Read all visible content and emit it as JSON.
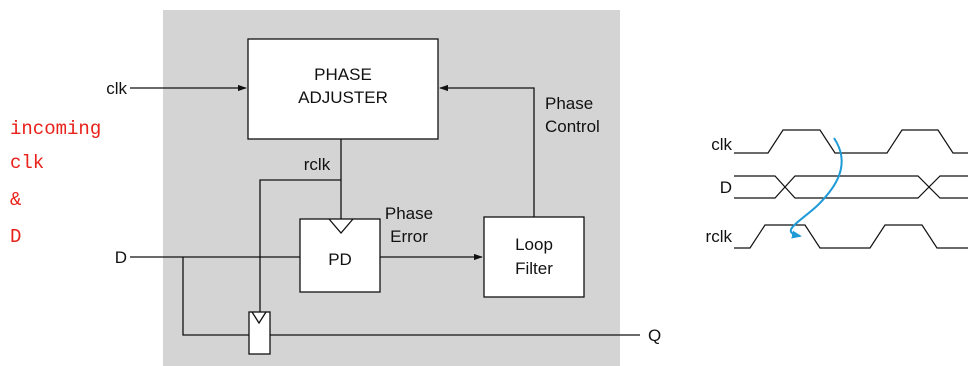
{
  "annotation": {
    "line1": "incoming",
    "line2": "clk",
    "line3": "&",
    "line4": "D",
    "color": "#e8211a"
  },
  "block_diagram": {
    "panel_color": "#d4d4d4",
    "phase_adjuster": {
      "line1": "PHASE",
      "line2": "ADJUSTER"
    },
    "phase_detector": {
      "label": "PD"
    },
    "loop_filter": {
      "line1": "Loop",
      "line2": "Filter"
    },
    "signals": {
      "clk_in": "clk",
      "data_in": "D",
      "recovered_clk": "rclk",
      "phase_error_line1": "Phase",
      "phase_error_line2": "Error",
      "phase_control_line1": "Phase",
      "phase_control_line2": "Control",
      "output": "Q"
    }
  },
  "timing_diagram": {
    "signals": [
      "clk",
      "D",
      "rclk"
    ],
    "arrow_color": "#1e9ad6"
  }
}
